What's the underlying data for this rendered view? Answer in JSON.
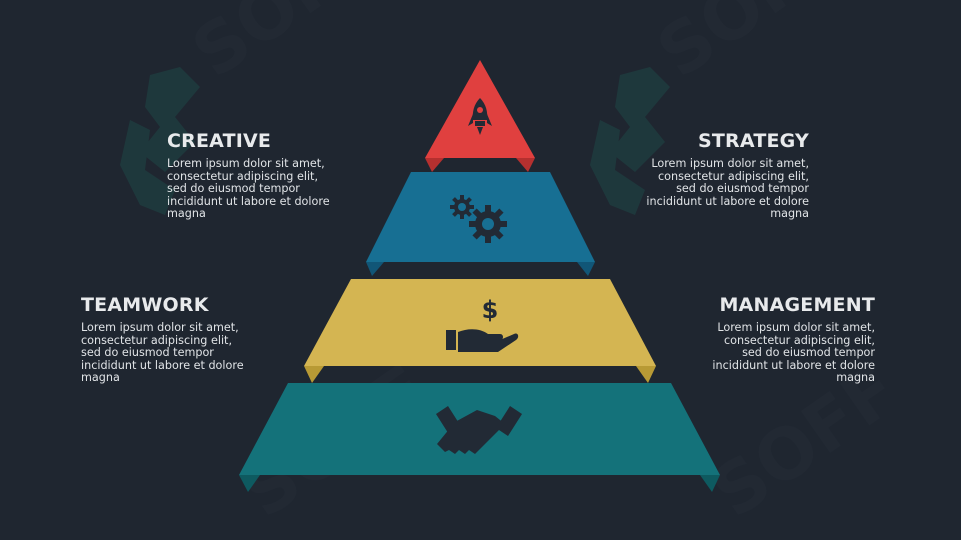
{
  "colors": {
    "background": "#1f2630",
    "level1": "#e0403f",
    "level2": "#176f93",
    "level3": "#d4b552",
    "level4": "#14727a",
    "icon": "#222a35",
    "heading": "#e8eaec",
    "body": "#e1e4e7"
  },
  "levels": [
    {
      "name": "CREATIVE",
      "icon": "rocket-icon",
      "color": "#e0403f"
    },
    {
      "name": "STRATEGY",
      "icon": "gears-icon",
      "color": "#176f93"
    },
    {
      "name": "TEAMWORK",
      "icon": "hand-dollar-icon",
      "color": "#d4b552"
    },
    {
      "name": "MANAGEMENT",
      "icon": "handshake-icon",
      "color": "#14727a"
    }
  ],
  "blocks": {
    "creative": {
      "title": "CREATIVE",
      "lines": [
        "Lorem ipsum dolor sit amet,",
        "consectetur adipiscing elit,",
        "sed do eiusmod tempor",
        "incididunt ut labore et dolore",
        "magna"
      ]
    },
    "strategy": {
      "title": "STRATEGY",
      "lines": [
        "Lorem ipsum dolor sit amet,",
        "consectetur adipiscing elit,",
        "sed do eiusmod tempor",
        "incididunt ut labore et dolore",
        "magna"
      ]
    },
    "teamwork": {
      "title": "TEAMWORK",
      "lines": [
        "Lorem ipsum dolor sit amet,",
        "consectetur adipiscing elit,",
        "sed do eiusmod tempor",
        "incididunt ut labore et dolore",
        "magna"
      ]
    },
    "management": {
      "title": "MANAGEMENT",
      "lines": [
        "Lorem ipsum dolor sit amet,",
        "consectetur adipiscing elit,",
        "sed do eiusmod tempor",
        "incididunt ut labore et dolore",
        "magna"
      ]
    }
  },
  "watermark": {
    "text": "SOFF",
    "icon": "logo-icon"
  }
}
